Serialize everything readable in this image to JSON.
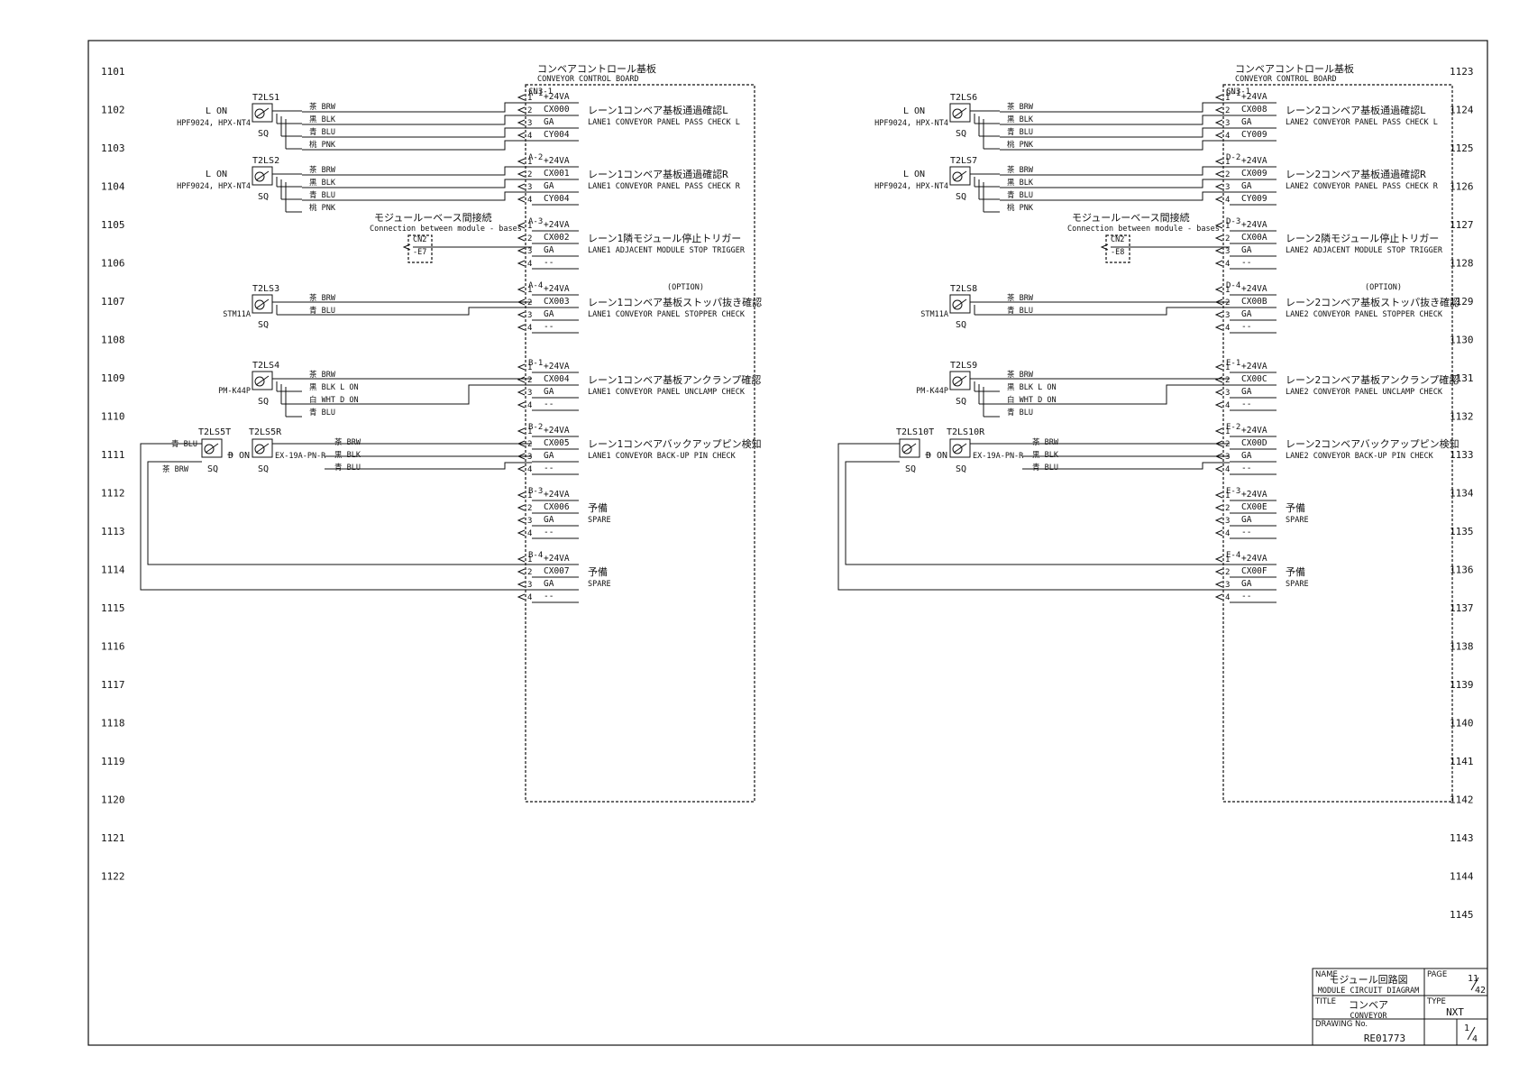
{
  "line_numbers_left": [
    "1101",
    "1102",
    "1103",
    "1104",
    "1105",
    "1106",
    "1107",
    "1108",
    "1109",
    "1110",
    "1111",
    "1112",
    "1113",
    "1114",
    "1115",
    "1116",
    "1117",
    "1118",
    "1119",
    "1120",
    "1121",
    "1122"
  ],
  "line_numbers_right": [
    "1123",
    "1124",
    "1125",
    "1126",
    "1127",
    "1128",
    "1129",
    "1130",
    "1131",
    "1132",
    "1133",
    "1134",
    "1135",
    "1136",
    "1137",
    "1138",
    "1139",
    "1140",
    "1141",
    "1142",
    "1143",
    "1144",
    "1145"
  ],
  "boards": [
    {
      "title_jp": "コンベアコントロール基板",
      "title_en": "CONVEYOR CONTROL BOARD",
      "connector": "CN3-1",
      "groups": [
        {
          "gid": "A-1",
          "pins": [
            "+24VA",
            "CX000",
            "GA",
            "CY004"
          ],
          "desc_jp": "レーン1コンベア基板通過確認L",
          "desc_en": "LANE1 CONVEYOR PANEL PASS CHECK L",
          "option": ""
        },
        {
          "gid": "A-2",
          "pins": [
            "+24VA",
            "CX001",
            "GA",
            "CY004"
          ],
          "desc_jp": "レーン1コンベア基板通過確認R",
          "desc_en": "LANE1 CONVEYOR PANEL PASS CHECK R",
          "option": ""
        },
        {
          "gid": "A-3",
          "pins": [
            "+24VA",
            "CX002",
            "GA",
            "--"
          ],
          "desc_jp": "レーン1隣モジュール停止トリガー",
          "desc_en": "LANE1 ADJACENT MODULE STOP TRIGGER",
          "option": ""
        },
        {
          "gid": "A-4",
          "pins": [
            "+24VA",
            "CX003",
            "GA",
            "--"
          ],
          "desc_jp": "レーン1コンベア基板ストッパ抜き確認",
          "desc_en": "LANE1 CONVEYOR PANEL STOPPER CHECK",
          "option": "(OPTION)"
        },
        {
          "gid": "B-1",
          "pins": [
            "+24VA",
            "CX004",
            "GA",
            "--"
          ],
          "desc_jp": "レーン1コンベア基板アンクランプ確認",
          "desc_en": "LANE1 CONVEYOR PANEL UNCLAMP CHECK",
          "option": ""
        },
        {
          "gid": "B-2",
          "pins": [
            "+24VA",
            "CX005",
            "GA",
            "--"
          ],
          "desc_jp": "レーン1コンベアバックアップピン検知",
          "desc_en": "LANE1 CONVEYOR BACK-UP PIN CHECK",
          "option": ""
        },
        {
          "gid": "B-3",
          "pins": [
            "+24VA",
            "CX006",
            "GA",
            "--"
          ],
          "desc_jp": "予備",
          "desc_en": "SPARE",
          "option": ""
        },
        {
          "gid": "B-4",
          "pins": [
            "+24VA",
            "CX007",
            "GA",
            "--"
          ],
          "desc_jp": "予備",
          "desc_en": "SPARE",
          "option": ""
        }
      ],
      "sensors": [
        {
          "id": "T2LS1",
          "lon": "L ON",
          "model": "HPF9024, HPX-NT4",
          "sq": "SQ",
          "wires": [
            "茶 BRW",
            "黒 BLK",
            "青 BLU",
            "桃 PNK"
          ]
        },
        {
          "id": "T2LS2",
          "lon": "L ON",
          "model": "HPF9024, HPX-NT4",
          "sq": "SQ",
          "wires": [
            "茶 BRW",
            "黒 BLK",
            "青 BLU",
            "桃 PNK"
          ]
        },
        {
          "id": "T2LS3",
          "model": "STM11A",
          "sq": "SQ",
          "wires": [
            "茶 BRW",
            "青 BLU"
          ]
        },
        {
          "id": "T2LS4",
          "model": "PM-K44P",
          "sq": "SQ",
          "wires": [
            "茶 BRW",
            "黒 BLK  L ON",
            "白 WHT  D ON",
            "青 BLU"
          ]
        }
      ],
      "module_conn": {
        "jp": "モジュールーベース間接続",
        "en": "Connection between module - bases",
        "cn": "CN2",
        "pin": "-E7"
      },
      "emitter": {
        "id": "T2LS5T",
        "sq": "SQ",
        "left_top": "青 BLU",
        "left_bottom": "茶 BRW"
      },
      "receiver": {
        "id": "T2LS5R",
        "don": "D ON",
        "sq": "SQ",
        "model": "EX-19A-PN-R",
        "wires": [
          "茶 BRW",
          "黒 BLK",
          "青 BLU"
        ]
      }
    },
    {
      "title_jp": "コンベアコントロール基板",
      "title_en": "CONVEYOR CONTROL BOARD",
      "connector": "CN3-1",
      "groups": [
        {
          "gid": "D-1",
          "pins": [
            "+24VA",
            "CX008",
            "GA",
            "CY009"
          ],
          "desc_jp": "レーン2コンベア基板通過確認L",
          "desc_en": "LANE2 CONVEYOR PANEL PASS CHECK L",
          "option": ""
        },
        {
          "gid": "D-2",
          "pins": [
            "+24VA",
            "CX009",
            "GA",
            "CY009"
          ],
          "desc_jp": "レーン2コンベア基板通過確認R",
          "desc_en": "LANE2 CONVEYOR PANEL PASS CHECK R",
          "option": ""
        },
        {
          "gid": "D-3",
          "pins": [
            "+24VA",
            "CX00A",
            "GA",
            "--"
          ],
          "desc_jp": "レーン2隣モジュール停止トリガー",
          "desc_en": "LANE2 ADJACENT MODULE STOP TRIGGER",
          "option": ""
        },
        {
          "gid": "D-4",
          "pins": [
            "+24VA",
            "CX00B",
            "GA",
            "--"
          ],
          "desc_jp": "レーン2コンベア基板ストッパ抜き確認",
          "desc_en": "LANE2 CONVEYOR PANEL STOPPER CHECK",
          "option": "(OPTION)"
        },
        {
          "gid": "E-1",
          "pins": [
            "+24VA",
            "CX00C",
            "GA",
            "--"
          ],
          "desc_jp": "レーン2コンベア基板アンクランプ確認",
          "desc_en": "LANE2 CONVEYOR PANEL UNCLAMP CHECK",
          "option": ""
        },
        {
          "gid": "E-2",
          "pins": [
            "+24VA",
            "CX00D",
            "GA",
            "--"
          ],
          "desc_jp": "レーン2コンベアバックアップピン検知",
          "desc_en": "LANE2 CONVEYOR BACK-UP PIN CHECK",
          "option": ""
        },
        {
          "gid": "E-3",
          "pins": [
            "+24VA",
            "CX00E",
            "GA",
            "--"
          ],
          "desc_jp": "予備",
          "desc_en": "SPARE",
          "option": ""
        },
        {
          "gid": "E-4",
          "pins": [
            "+24VA",
            "CX00F",
            "GA",
            "--"
          ],
          "desc_jp": "予備",
          "desc_en": "SPARE",
          "option": ""
        }
      ],
      "sensors": [
        {
          "id": "T2LS6",
          "lon": "L ON",
          "model": "HPF9024, HPX-NT4",
          "sq": "SQ",
          "wires": [
            "茶 BRW",
            "黒 BLK",
            "青 BLU",
            "桃 PNK"
          ]
        },
        {
          "id": "T2LS7",
          "lon": "L ON",
          "model": "HPF9024, HPX-NT4",
          "sq": "SQ",
          "wires": [
            "茶 BRW",
            "黒 BLK",
            "青 BLU",
            "桃 PNK"
          ]
        },
        {
          "id": "T2LS8",
          "model": "STM11A",
          "sq": "SQ",
          "wires": [
            "茶 BRW",
            "青 BLU"
          ]
        },
        {
          "id": "T2LS9",
          "model": "PM-K44P",
          "sq": "SQ",
          "wires": [
            "茶 BRW",
            "黒 BLK  L ON",
            "白 WHT  D ON",
            "青 BLU"
          ]
        }
      ],
      "module_conn": {
        "jp": "モジュールーベース間接続",
        "en": "Connection between module - bases",
        "cn": "CN2",
        "pin": "-E8"
      },
      "emitter": {
        "id": "T2LS10T",
        "sq": "SQ",
        "left_top": "",
        "left_bottom": ""
      },
      "receiver": {
        "id": "T2LS10R",
        "don": "D ON",
        "sq": "SQ",
        "model": "EX-19A-PN-R",
        "wires": [
          "茶 BRW",
          "黒 BLK",
          "青 BLU"
        ]
      }
    }
  ],
  "title_block": {
    "name_label": "NAME",
    "name_jp": "モジュール回路図",
    "name_en": "MODULE CIRCUIT DIAGRAM",
    "page_label": "PAGE",
    "page_num": "11",
    "page_den": "42",
    "title_label": "TITLE",
    "title_jp": "コンベア",
    "title_en": "CONVEYOR",
    "type_label": "TYPE",
    "type_value": "NXT",
    "drawing_label": "DRAWING No.",
    "drawing_no": "RE01773",
    "sheet_num": "1",
    "sheet_den": "4"
  }
}
